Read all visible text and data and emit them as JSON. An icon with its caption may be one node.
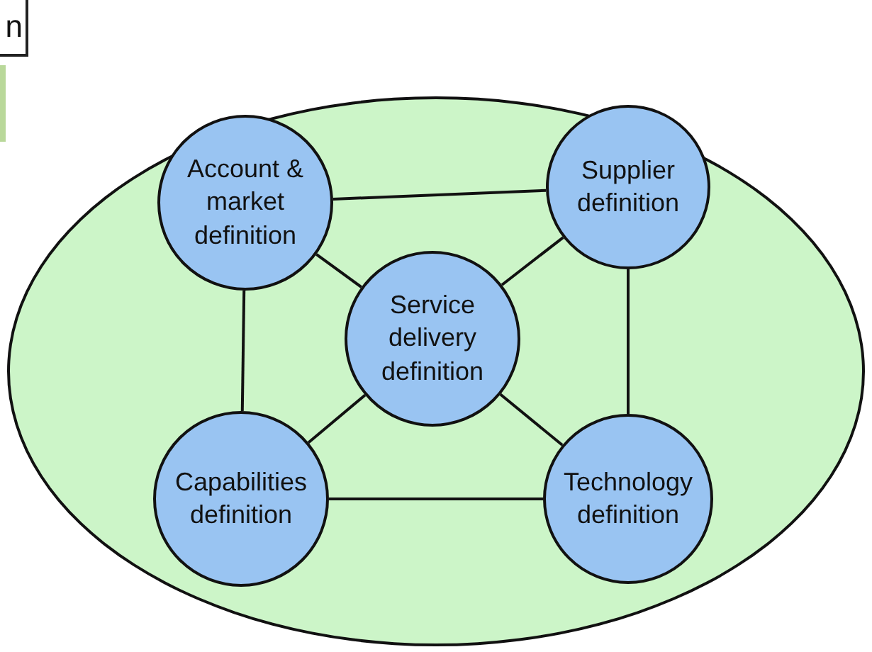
{
  "diagram": {
    "nodes": [
      {
        "text": [
          "n"
        ]
      },
      {
        "text": [],
        "shape": "ellipse"
      },
      {
        "text": [
          "Account & market definition"
        ],
        "in": 1
      },
      {
        "text": [
          "Supplier definition"
        ],
        "in": 1
      },
      {
        "text": [
          "Service delivery definition"
        ],
        "in": 1
      },
      {
        "text": [
          "Capabilities definition"
        ],
        "in": 1
      },
      {
        "text": [
          "Technology definition"
        ],
        "in": 1
      }
    ],
    "edges": [
      {
        "from": 2,
        "to": 3,
        "arrow": "none"
      },
      {
        "from": 2,
        "to": 5,
        "arrow": "none"
      },
      {
        "from": 3,
        "to": 6,
        "arrow": "none"
      },
      {
        "from": 5,
        "to": 6,
        "arrow": "none"
      },
      {
        "from": 4,
        "to": 2,
        "arrow": "none"
      },
      {
        "from": 4,
        "to": 3,
        "arrow": "none"
      },
      {
        "from": 4,
        "to": 5,
        "arrow": "none"
      },
      {
        "from": 4,
        "to": 6,
        "arrow": "none"
      }
    ]
  }
}
